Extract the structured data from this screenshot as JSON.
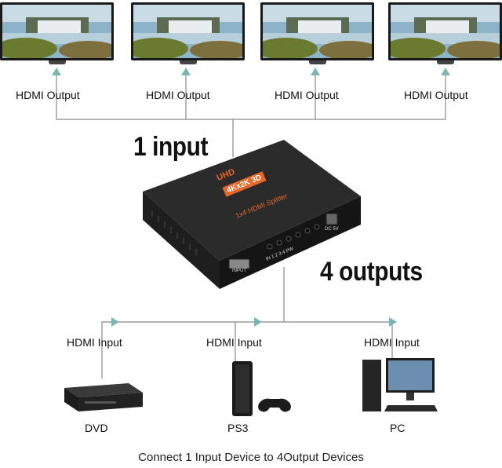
{
  "outputs": [
    {
      "label": "HDMI Output"
    },
    {
      "label": "HDMI Output"
    },
    {
      "label": "HDMI Output"
    },
    {
      "label": "HDMI Output"
    }
  ],
  "headline_input": "1 input",
  "headline_outputs": "4 outputs",
  "splitter": {
    "badge": "UHD",
    "resolution": "4Kx2K 3D",
    "model": "1x4 HDMI Splitter",
    "port_input": "INPUT",
    "leds": [
      "IN",
      "1",
      "2",
      "3",
      "4",
      "PW"
    ],
    "power": "DC 5V"
  },
  "inputs": [
    {
      "label": "HDMI Input",
      "device": "DVD",
      "icon": "dvd-player-icon"
    },
    {
      "label": "HDMI Input",
      "device": "PS3",
      "icon": "ps3-console-icon"
    },
    {
      "label": "HDMI Input",
      "device": "PC",
      "icon": "desktop-pc-icon"
    }
  ],
  "caption": "Connect 1 Input Device to 4Output Devices",
  "colors": {
    "arrow": "#7bb7b0",
    "line": "#9a9a9a",
    "accent": "#e8662a"
  }
}
